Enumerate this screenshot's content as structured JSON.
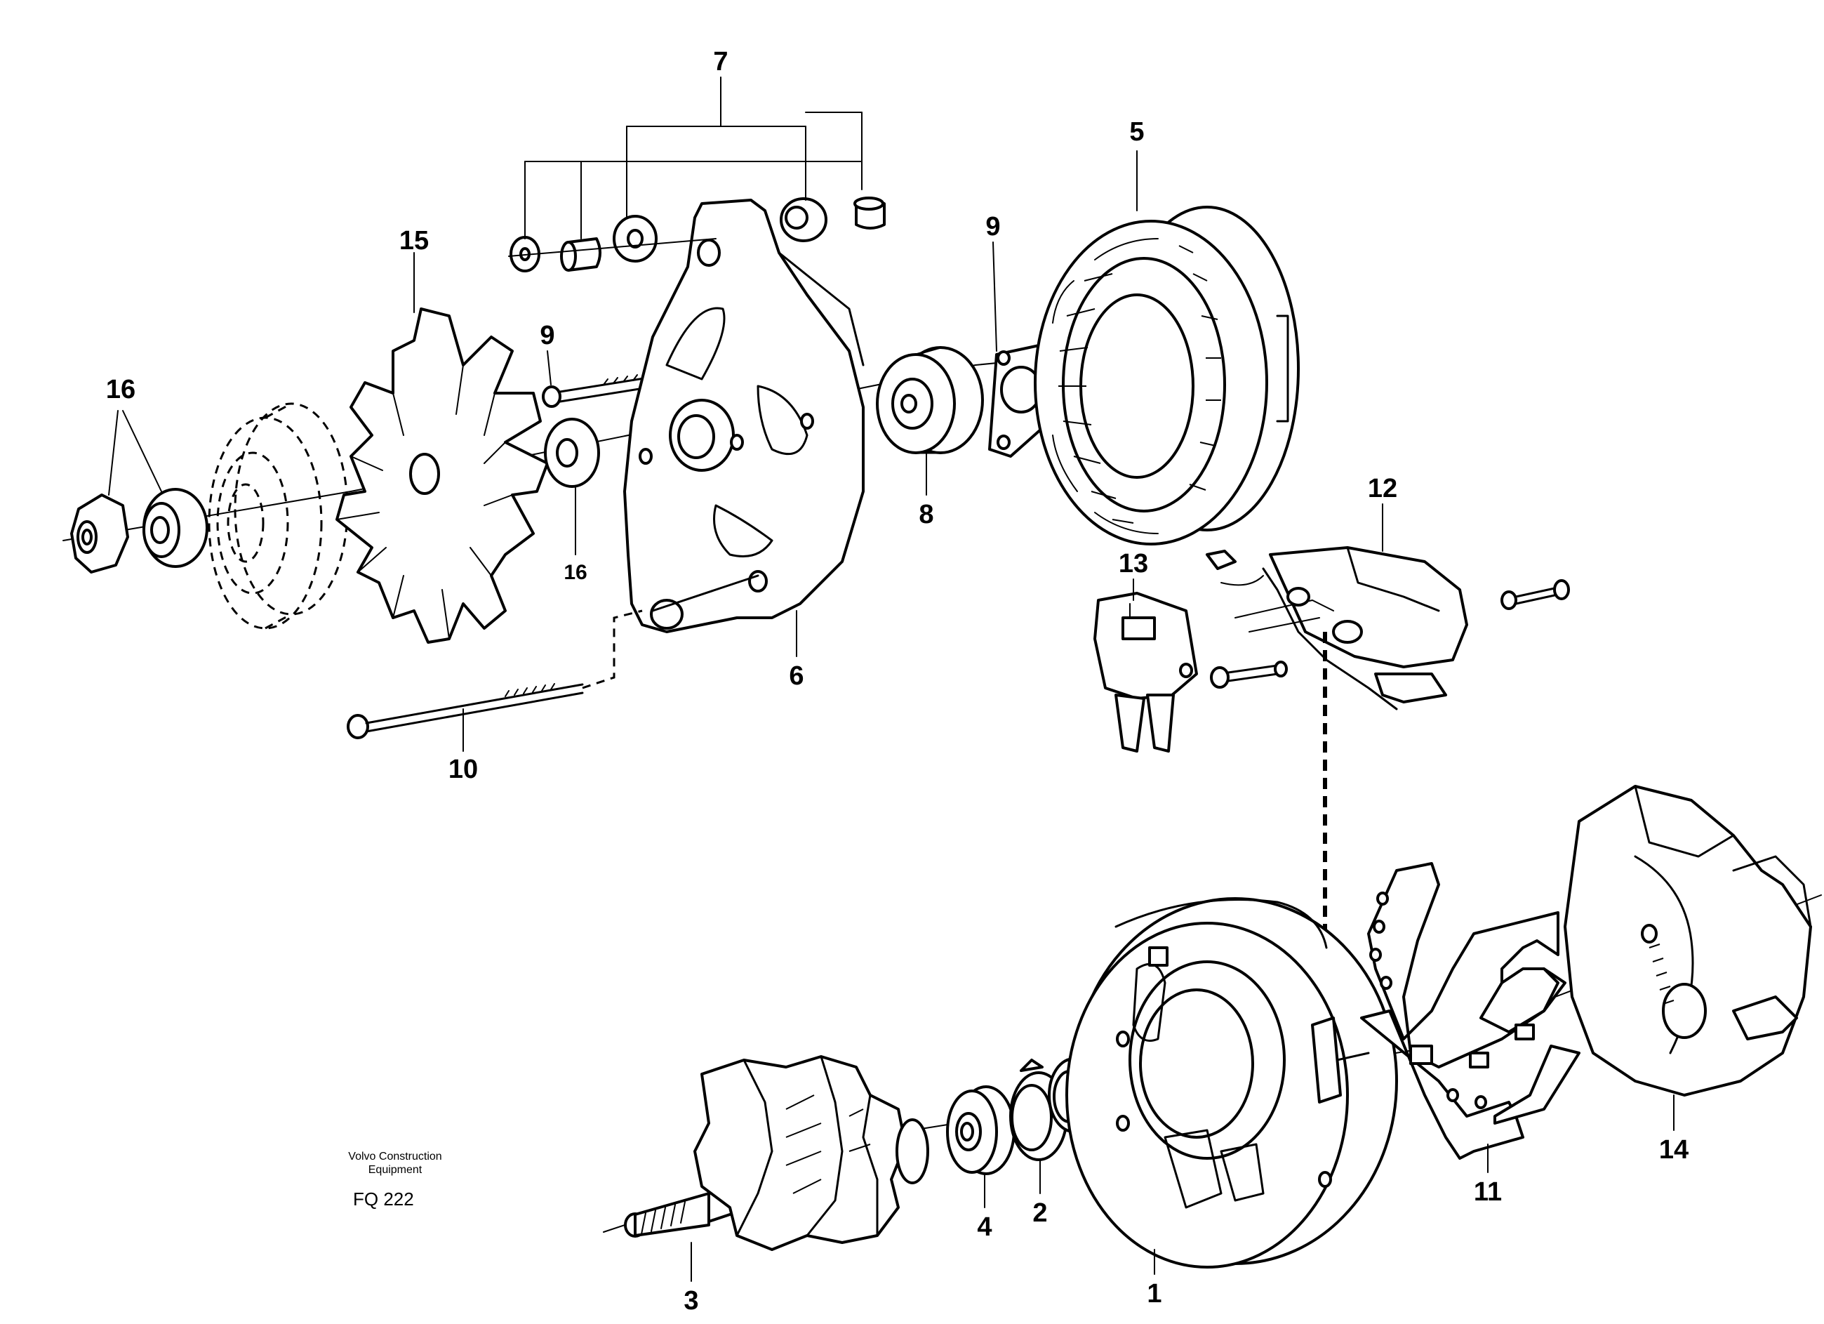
{
  "callouts": {
    "c1": "1",
    "c2": "2",
    "c3": "3",
    "c4": "4",
    "c5": "5",
    "c6": "6",
    "c7": "7",
    "c8": "8",
    "c9a": "9",
    "c9b": "9",
    "c10": "10",
    "c11": "11",
    "c12": "12",
    "c13": "13",
    "c14": "14",
    "c15": "15",
    "c16a": "16",
    "c16b": "16"
  },
  "caption": {
    "line1": "Volvo Construction",
    "line2": "Equipment",
    "code": "FQ 222"
  }
}
